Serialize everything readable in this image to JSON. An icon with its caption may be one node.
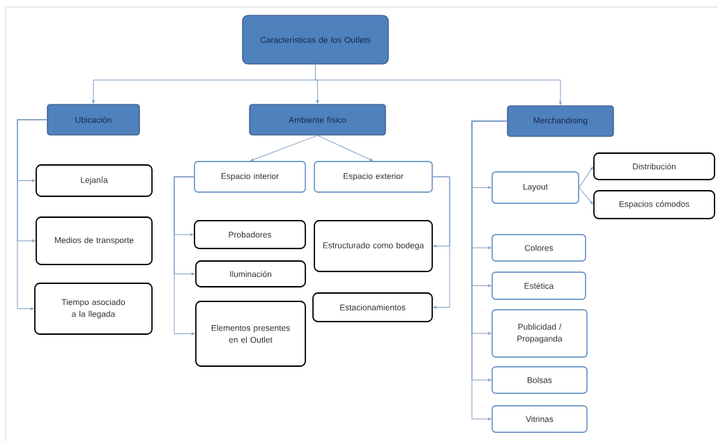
{
  "diagram": {
    "nodes": [
      {
        "text": [
          "Características de los Outlets"
        ]
      },
      {
        "text": [
          "Ubicación"
        ]
      },
      {
        "text": [
          "Ambiente físico"
        ]
      },
      {
        "text": [
          "Merchandising"
        ]
      },
      {
        "text": [
          "Lejanía"
        ]
      },
      {
        "text": [
          "Medios de transporte"
        ]
      },
      {
        "text": [
          "Tiempo asociado a la llegada"
        ]
      },
      {
        "text": [
          "Espacio interior"
        ]
      },
      {
        "text": [
          "Espacio exterior"
        ]
      },
      {
        "text": [
          "Probadores"
        ]
      },
      {
        "text": [
          "Iluminación"
        ]
      },
      {
        "text": [
          "Elementos presentes en el Outlet"
        ]
      },
      {
        "text": [
          "Estructurado como bodega"
        ]
      },
      {
        "text": [
          "Estacionamientos"
        ]
      },
      {
        "text": [
          "Layout"
        ]
      },
      {
        "text": [
          "Distribución"
        ]
      },
      {
        "text": [
          "Espacios cómodos"
        ]
      },
      {
        "text": [
          "Colores"
        ]
      },
      {
        "text": [
          "Estética"
        ]
      },
      {
        "text": [
          "Publicidad / Propaganda"
        ]
      },
      {
        "text": [
          "Bolsas"
        ]
      },
      {
        "text": [
          "Vitrinas"
        ]
      }
    ],
    "edges": [
      {
        "from": 0,
        "to": 1,
        "arrow": "to"
      },
      {
        "from": 0,
        "to": 2,
        "arrow": "to"
      },
      {
        "from": 0,
        "to": 3,
        "arrow": "to"
      },
      {
        "from": 1,
        "to": 4,
        "arrow": "to"
      },
      {
        "from": 1,
        "to": 5,
        "arrow": "to"
      },
      {
        "from": 1,
        "to": 6,
        "arrow": "to"
      },
      {
        "from": 2,
        "to": 7,
        "arrow": "to"
      },
      {
        "from": 2,
        "to": 8,
        "arrow": "to"
      },
      {
        "from": 7,
        "to": 9,
        "arrow": "to"
      },
      {
        "from": 7,
        "to": 10,
        "arrow": "to"
      },
      {
        "from": 7,
        "to": 11,
        "arrow": "to"
      },
      {
        "from": 8,
        "to": 12,
        "arrow": "to"
      },
      {
        "from": 8,
        "to": 13,
        "arrow": "to"
      },
      {
        "from": 3,
        "to": 14,
        "arrow": "to"
      },
      {
        "from": 14,
        "to": 15,
        "arrow": "to"
      },
      {
        "from": 14,
        "to": 16,
        "arrow": "to"
      },
      {
        "from": 3,
        "to": 17,
        "arrow": "to"
      },
      {
        "from": 3,
        "to": 18,
        "arrow": "to"
      },
      {
        "from": 3,
        "to": 19,
        "arrow": "to"
      },
      {
        "from": 3,
        "to": 20,
        "arrow": "to"
      },
      {
        "from": 3,
        "to": 21,
        "arrow": "to"
      }
    ]
  }
}
